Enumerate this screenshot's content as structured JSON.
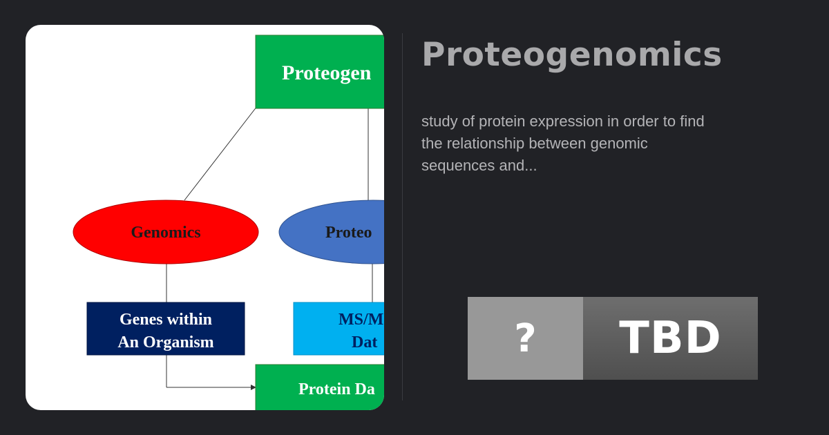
{
  "title": "Proteogenomics",
  "description": "study of protein expression in order to find the relationship between genomic sequences and...",
  "diagram": {
    "top_box": "Proteogen",
    "genomics": "Genomics",
    "proteomics": "Proteo",
    "genes_line1": "Genes within",
    "genes_line2": "An Organism",
    "ms_line1": "MS/M",
    "ms_line2": "Dat",
    "protein_db": "Protein Da",
    "colors": {
      "green": "#00b050",
      "red": "#ff0000",
      "blue": "#4472c4",
      "navy": "#002060",
      "cyan": "#00b0f0"
    }
  },
  "badge": {
    "left": "?",
    "right": "TBD"
  }
}
